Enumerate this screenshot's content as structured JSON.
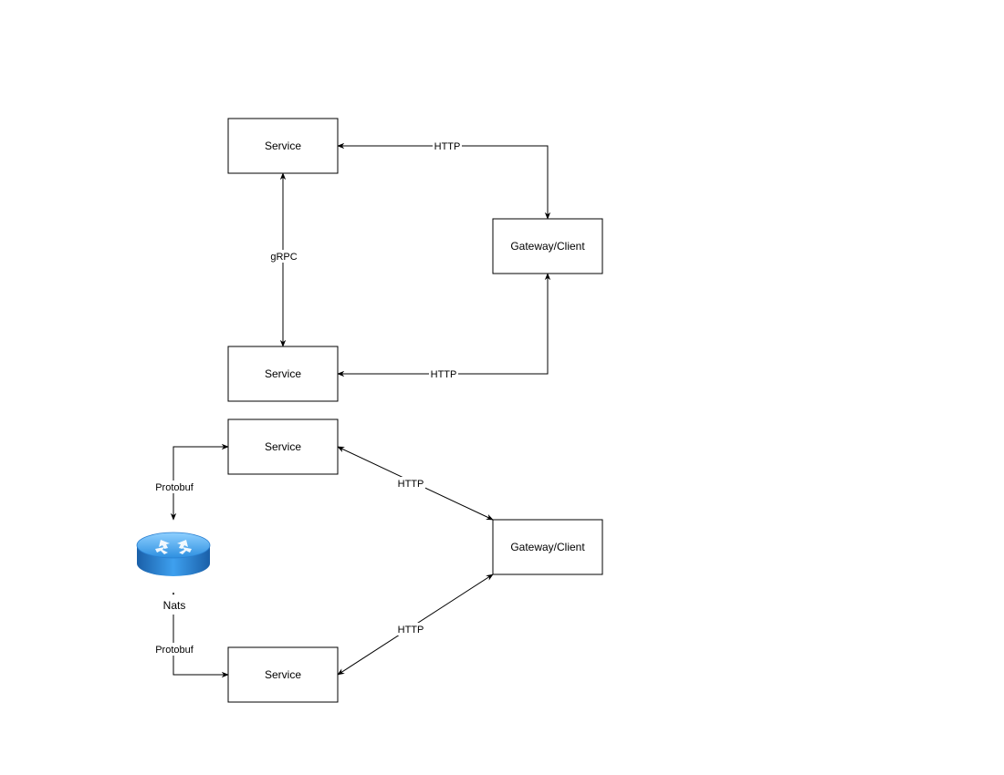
{
  "top_diagram": {
    "service_a": "Service",
    "service_b": "Service",
    "gateway": "Gateway/Client",
    "edge_a_gateway": "HTTP",
    "edge_b_gateway": "HTTP",
    "edge_a_b": "gRPC"
  },
  "bottom_diagram": {
    "service_a": "Service",
    "service_b": "Service",
    "gateway": "Gateway/Client",
    "edge_a_gateway": "HTTP",
    "edge_b_gateway": "HTTP",
    "edge_a_nats": "Protobuf",
    "edge_b_nats": "Protobuf",
    "nats_label": "Nats",
    "nats_icon": "router-icon"
  },
  "colors": {
    "stroke": "#000000",
    "fill": "#ffffff",
    "router_top": "#3d9be6",
    "router_side": "#1f6fbf"
  }
}
